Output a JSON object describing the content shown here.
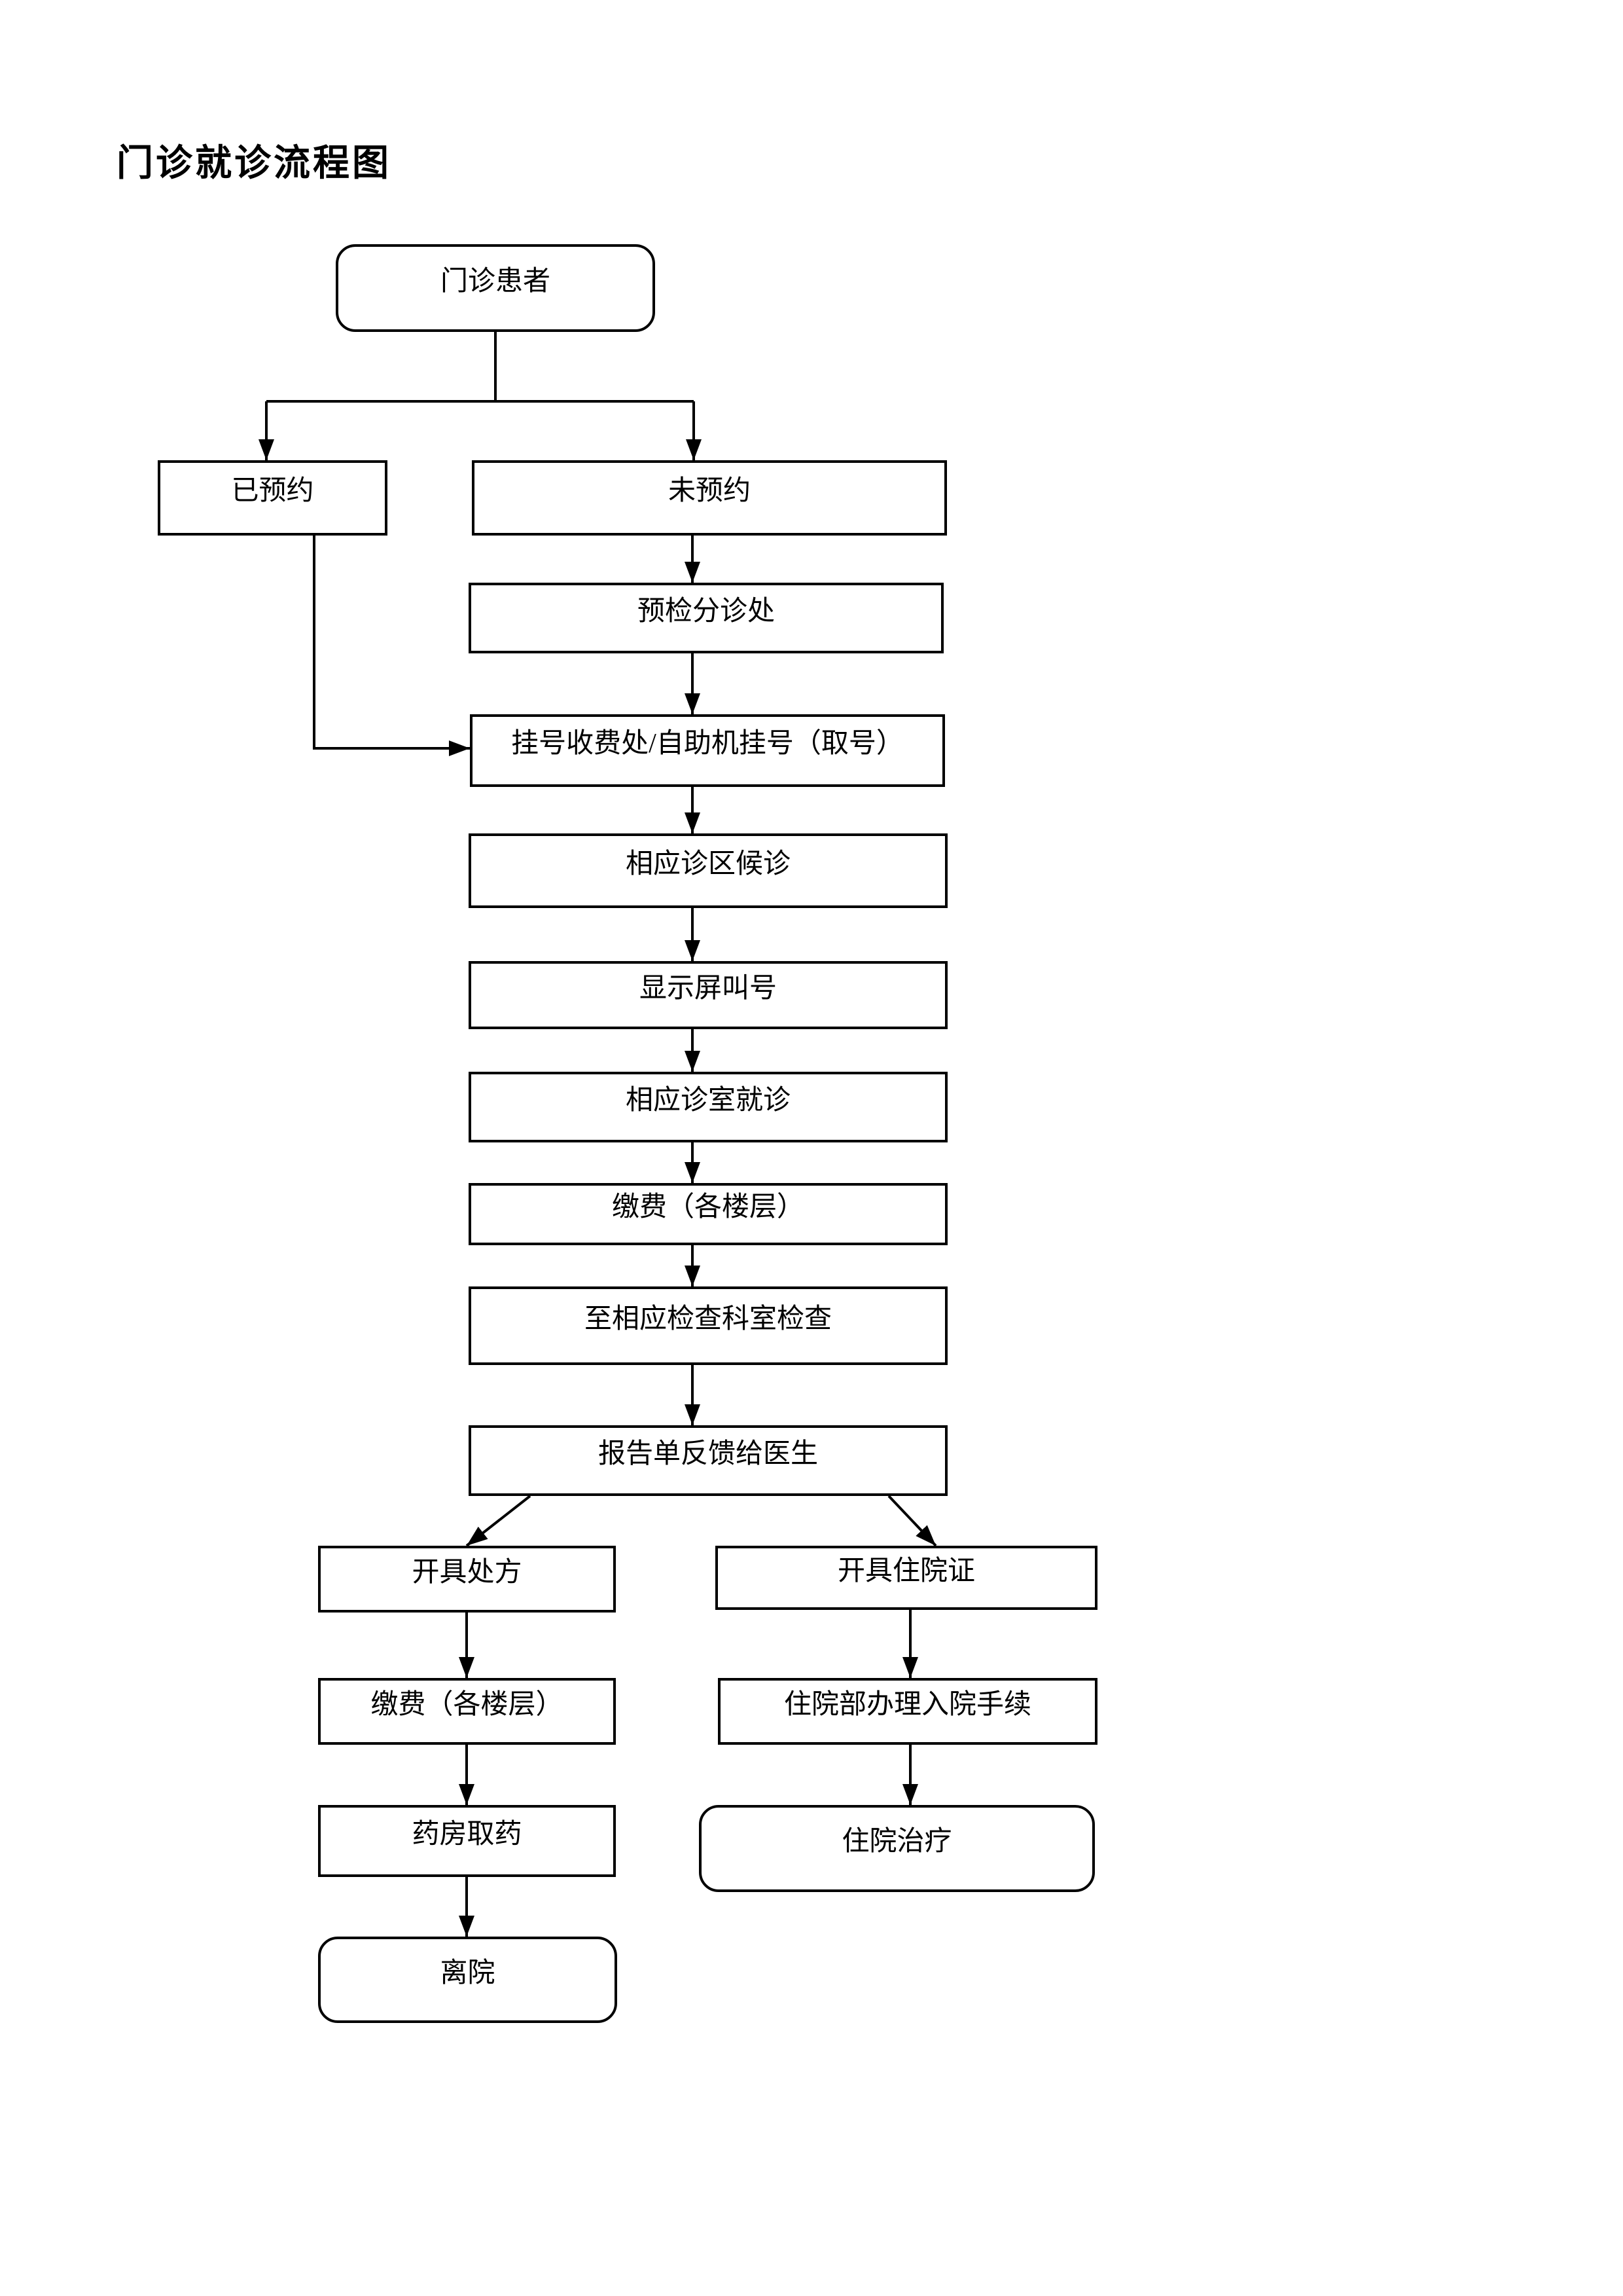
{
  "title": "门诊就诊流程图",
  "flowchart": {
    "nodes": [
      {
        "id": "outpatient",
        "label": "门诊患者",
        "shape": "rounded"
      },
      {
        "id": "reserved",
        "label": "已预约",
        "shape": "rect"
      },
      {
        "id": "not-reserved",
        "label": "未预约",
        "shape": "rect"
      },
      {
        "id": "triage",
        "label": "预检分诊处",
        "shape": "rect"
      },
      {
        "id": "registration",
        "label": "挂号收费处/自助机挂号（取号）",
        "shape": "rect"
      },
      {
        "id": "waiting-area",
        "label": "相应诊区候诊",
        "shape": "rect"
      },
      {
        "id": "display-call",
        "label": "显示屏叫号",
        "shape": "rect"
      },
      {
        "id": "consulting-room",
        "label": "相应诊室就诊",
        "shape": "rect"
      },
      {
        "id": "payment-floors-1",
        "label": "缴费（各楼层）",
        "shape": "rect"
      },
      {
        "id": "examination",
        "label": "至相应检查科室检查",
        "shape": "rect"
      },
      {
        "id": "report-feedback",
        "label": "报告单反馈给医生",
        "shape": "rect"
      },
      {
        "id": "prescription",
        "label": "开具处方",
        "shape": "rect"
      },
      {
        "id": "admission-certificate",
        "label": "开具住院证",
        "shape": "rect"
      },
      {
        "id": "payment-floors-2",
        "label": "缴费（各楼层）",
        "shape": "rect"
      },
      {
        "id": "admission-procedure",
        "label": "住院部办理入院手续",
        "shape": "rect"
      },
      {
        "id": "pharmacy",
        "label": "药房取药",
        "shape": "rect"
      },
      {
        "id": "inpatient-treatment",
        "label": "住院治疗",
        "shape": "rounded"
      },
      {
        "id": "discharge",
        "label": "离院",
        "shape": "rounded"
      }
    ],
    "edges": [
      {
        "from": "outpatient",
        "to": "reserved"
      },
      {
        "from": "outpatient",
        "to": "not-reserved"
      },
      {
        "from": "not-reserved",
        "to": "triage"
      },
      {
        "from": "triage",
        "to": "registration"
      },
      {
        "from": "reserved",
        "to": "registration"
      },
      {
        "from": "registration",
        "to": "waiting-area"
      },
      {
        "from": "waiting-area",
        "to": "display-call"
      },
      {
        "from": "display-call",
        "to": "consulting-room"
      },
      {
        "from": "consulting-room",
        "to": "payment-floors-1"
      },
      {
        "from": "payment-floors-1",
        "to": "examination"
      },
      {
        "from": "examination",
        "to": "report-feedback"
      },
      {
        "from": "report-feedback",
        "to": "prescription"
      },
      {
        "from": "report-feedback",
        "to": "admission-certificate"
      },
      {
        "from": "prescription",
        "to": "payment-floors-2"
      },
      {
        "from": "payment-floors-2",
        "to": "pharmacy"
      },
      {
        "from": "pharmacy",
        "to": "discharge"
      },
      {
        "from": "admission-certificate",
        "to": "admission-procedure"
      },
      {
        "from": "admission-procedure",
        "to": "inpatient-treatment"
      }
    ],
    "colors": {
      "line": "#000000",
      "background": "#ffffff",
      "text": "#000000"
    }
  }
}
